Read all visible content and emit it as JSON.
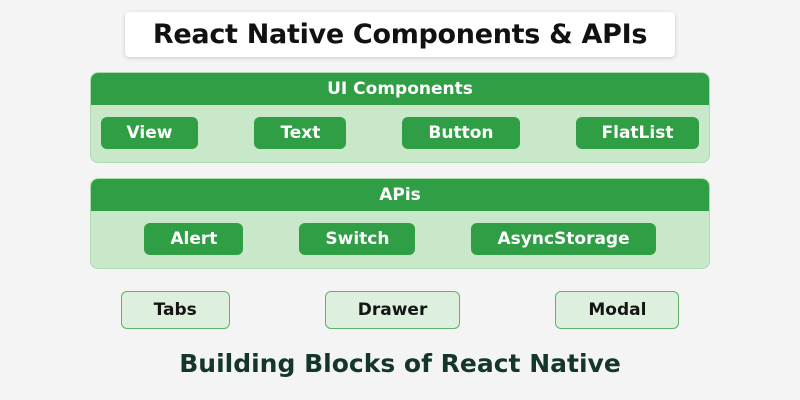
{
  "title": "React Native Components & APIs",
  "panels": [
    {
      "header": "UI Components",
      "items": [
        "View",
        "Text",
        "Button",
        "FlatList"
      ]
    },
    {
      "header": "APis",
      "items": [
        "Alert",
        "Switch",
        "AsyncStorage"
      ]
    }
  ],
  "chips": [
    "Tabs",
    "Drawer",
    "Modal"
  ],
  "footer": "Building Blocks of React Native",
  "colors": {
    "accent_green": "#2f9e44",
    "panel_fill": "#c9e8c9",
    "chip_fill": "#ddefdd",
    "chip_border": "#5fb36a",
    "footer_text": "#14362b",
    "page_background": "#f3f4f3",
    "title_background": "#ffffff"
  }
}
